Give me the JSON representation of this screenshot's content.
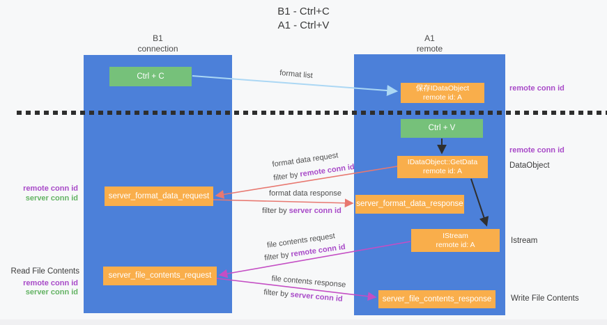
{
  "title": {
    "line1": "B1 - Ctrl+C",
    "line2": "A1 - Ctrl+V"
  },
  "lanes": {
    "left": {
      "name": "B1",
      "role": "connection"
    },
    "right": {
      "name": "A1",
      "role": "remote"
    }
  },
  "nodes": {
    "ctrl_c": {
      "label": "Ctrl + C"
    },
    "ctrl_v": {
      "label": "Ctrl + V"
    },
    "save_idataobject": {
      "line1": "保存IDataObject",
      "line2": "remote id: A"
    },
    "getdata": {
      "line1": "IDataObject::GetData",
      "line2": "remote id: A"
    },
    "istream": {
      "line1": "IStream",
      "line2": "remote id: A"
    },
    "server_format_data_request": {
      "label": "server_format_data_request"
    },
    "server_format_data_response": {
      "label": "server_format_data_response"
    },
    "server_file_contents_request": {
      "label": "server_file_contents_request"
    },
    "server_file_contents_response": {
      "label": "server_file_contents_response"
    }
  },
  "side_labels": {
    "right_remote_conn_id_top": "remote conn id",
    "right_remote_conn_id_mid": "remote conn id",
    "dataobject": "DataObject",
    "istream": "Istream",
    "write_file_contents": "Write File Contents",
    "left_remote_conn_id_1": "remote conn id",
    "left_server_conn_id_1": "server conn id",
    "read_file_contents": "Read File Contents",
    "left_remote_conn_id_2": "remote conn id",
    "left_server_conn_id_2": "server conn id"
  },
  "edge_labels": {
    "format_list": "format list",
    "format_data_request": "format data request",
    "format_data_response": "format data response",
    "file_contents_request": "file contents request",
    "file_contents_response": "file contents response",
    "filter_by": "filter by",
    "remote_conn_id": "remote conn id",
    "server_conn_id": "server conn id"
  },
  "colors": {
    "lane_blue": "#4c80d9",
    "node_orange": "#f9ae4b",
    "node_green": "#76c17a",
    "arrow_light_blue": "#abd7f4",
    "arrow_red": "#e87870",
    "arrow_magenta": "#c44ec4",
    "arrow_black": "#2f2f2f",
    "label_purple": "#a84ac8",
    "label_green": "#64b364"
  }
}
